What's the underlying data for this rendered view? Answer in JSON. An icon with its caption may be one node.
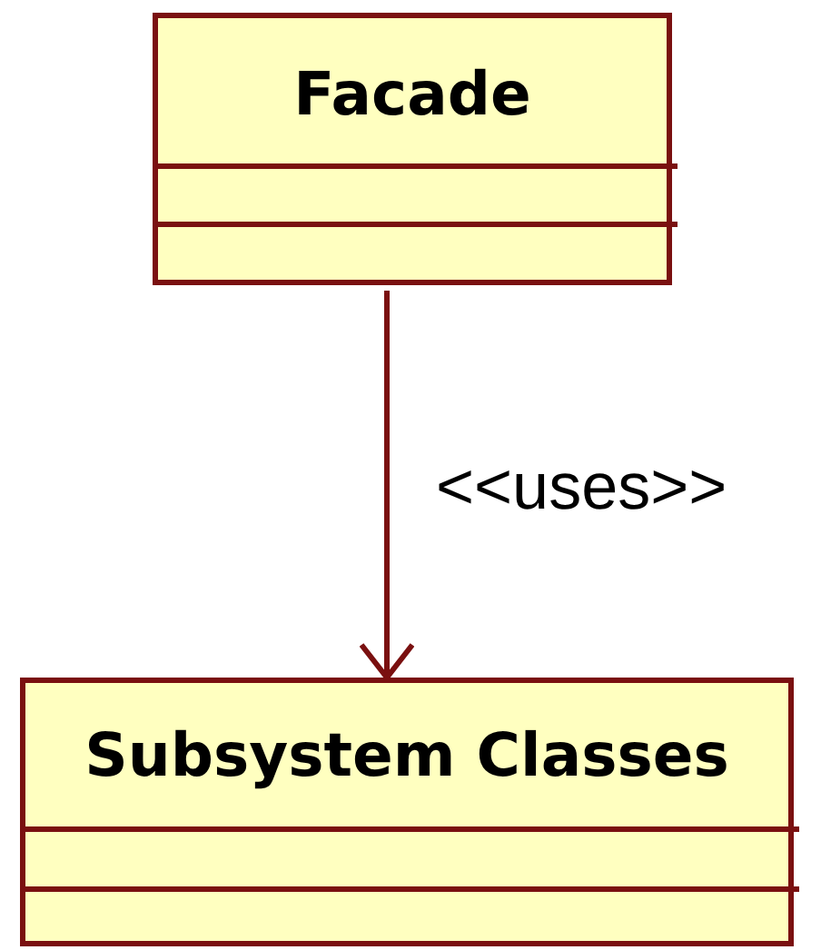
{
  "diagram": {
    "nodes": [
      {
        "text": [
          "Facade"
        ]
      },
      {
        "text": [
          "Subsystem Classes"
        ]
      }
    ],
    "edges": [
      {
        "from": 0,
        "to": 1,
        "arrow": "to",
        "label": "<<uses>>"
      }
    ]
  }
}
